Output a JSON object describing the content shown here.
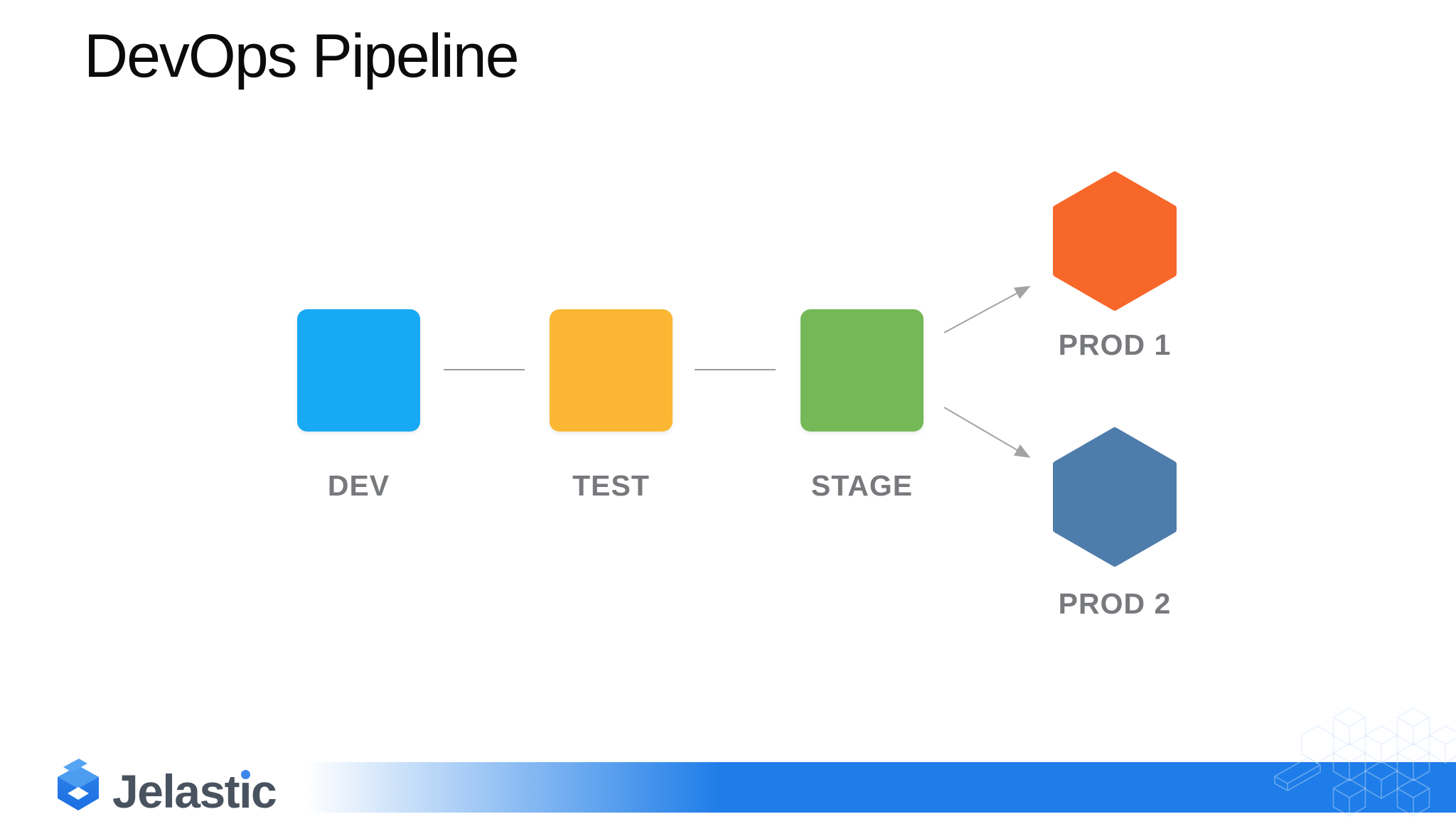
{
  "slide": {
    "title": "DevOps Pipeline",
    "title_color": "#0b0b0b",
    "background_color": "#ffffff"
  },
  "diagram": {
    "type": "pipeline-flow",
    "nodes": [
      {
        "id": "dev",
        "label": "DEV",
        "shape": "rounded-square",
        "color": "#18a9f4"
      },
      {
        "id": "test",
        "label": "TEST",
        "shape": "rounded-square",
        "color": "#fbb733"
      },
      {
        "id": "stage",
        "label": "STAGE",
        "shape": "rounded-square",
        "color": "#74b857"
      },
      {
        "id": "prod1",
        "label": "PROD 1",
        "shape": "hexagon",
        "color": "#f8672a"
      },
      {
        "id": "prod2",
        "label": "PROD 2",
        "shape": "hexagon",
        "color": "#4e7cab"
      }
    ],
    "edges": [
      {
        "from": "dev",
        "to": "test",
        "style": "line"
      },
      {
        "from": "test",
        "to": "stage",
        "style": "line"
      },
      {
        "from": "stage",
        "to": "prod1",
        "style": "arrow"
      },
      {
        "from": "stage",
        "to": "prod2",
        "style": "arrow"
      }
    ],
    "label_color": "#77797c",
    "connector_color": "#9a9a9a",
    "arrow_color": "#a3a3a3"
  },
  "footer": {
    "brand": "Jelastic",
    "brand_parts": {
      "pre": "Jelast",
      "i_base": "ı",
      "post": "c"
    },
    "brand_text_color": "#49525f",
    "brand_dot_color": "#3e86ec",
    "bar_color": "#1e7de8",
    "pattern": "isometric-cubes"
  }
}
